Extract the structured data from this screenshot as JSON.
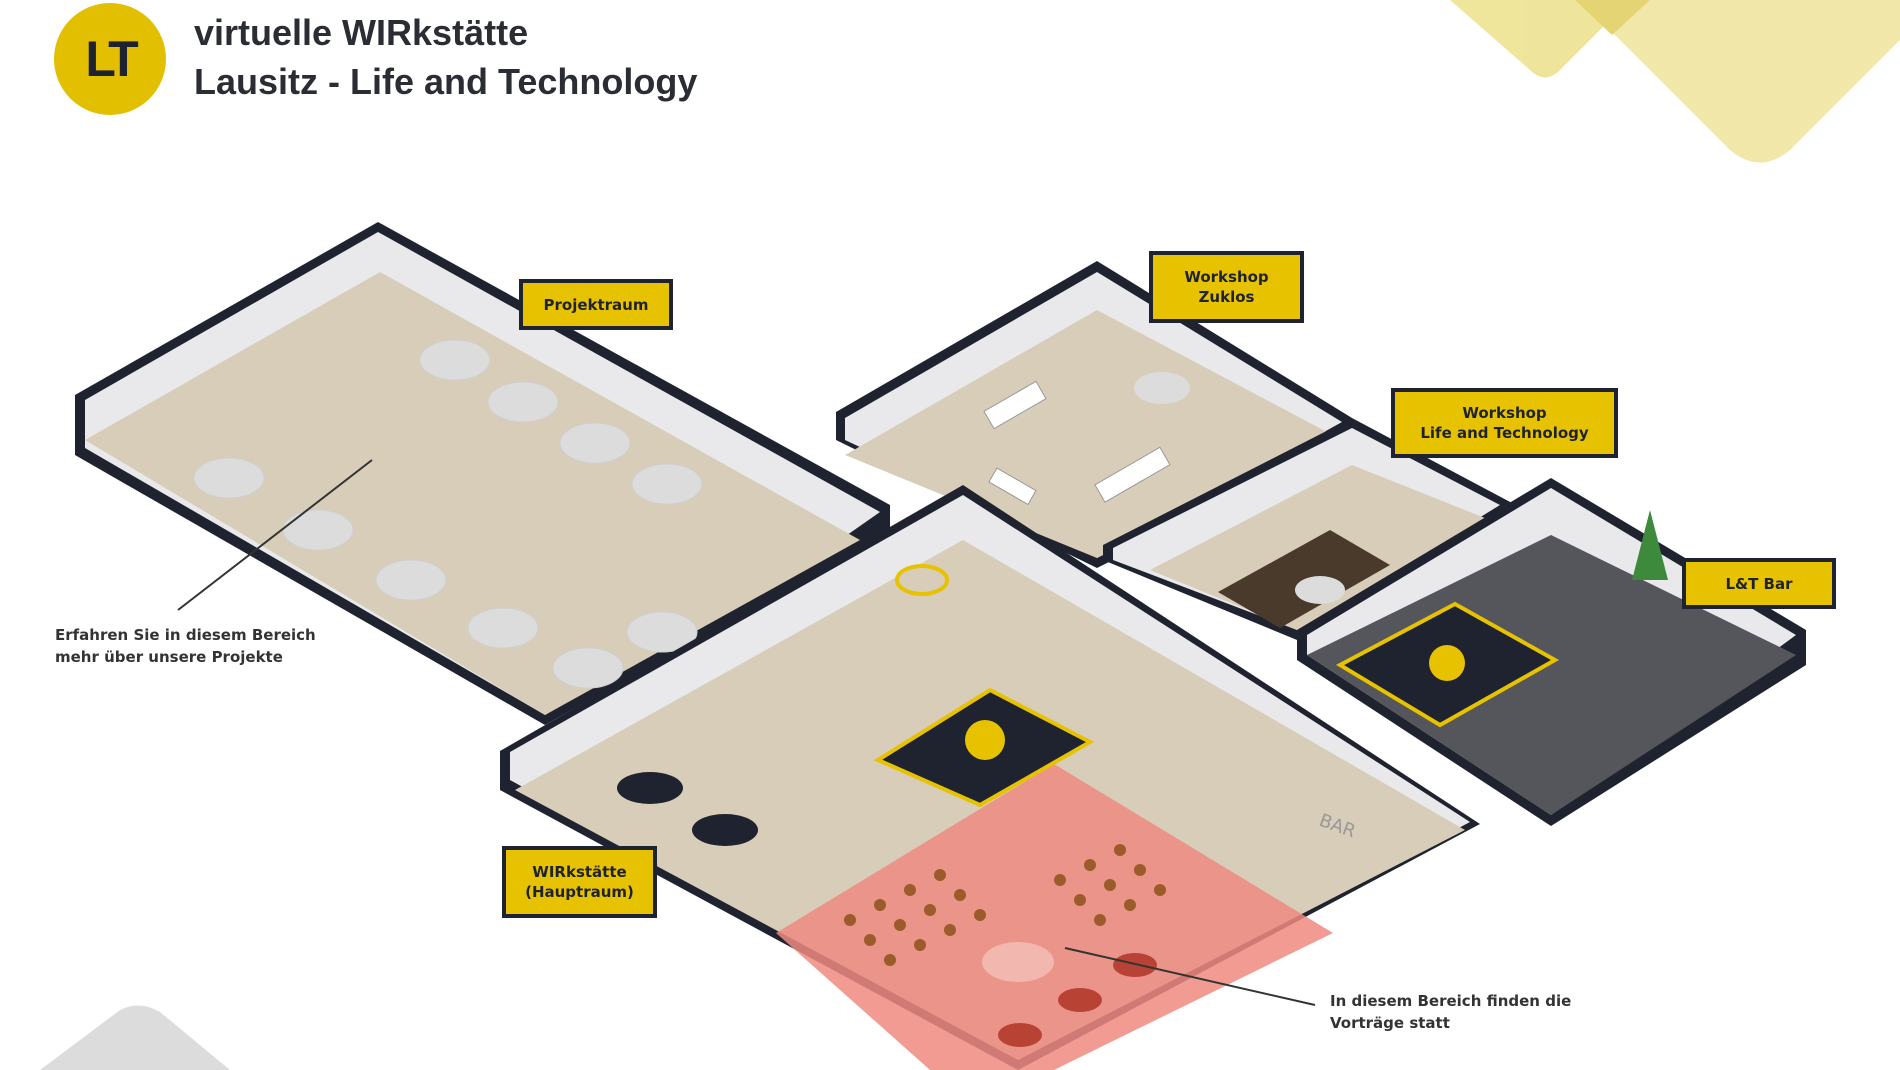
{
  "header": {
    "logo_text": "LT",
    "title_line1": "virtuelle WIRkstätte",
    "title_line2": "Lausitz - Life and Technology"
  },
  "rooms": [
    {
      "label": "Projektraum"
    },
    {
      "label": "Workshop\nZuklos"
    },
    {
      "label": "Workshop\nLife and Technology"
    },
    {
      "label": "L&T Bar"
    },
    {
      "label": "WIRkstätte\n(Hauptraum)"
    }
  ],
  "notes": {
    "projects": "Erfahren Sie in diesem Bereich\nmehr über unsere Projekte",
    "talks": "In diesem Bereich finden die\nVorträge statt"
  },
  "floor_text": {
    "bar": "BAR"
  },
  "colors": {
    "accent": "#e6c200",
    "wall": "#1f2330",
    "floor": "#d8cdb8",
    "bar_floor": "#55565c",
    "talk_area": "#ef8a80"
  }
}
